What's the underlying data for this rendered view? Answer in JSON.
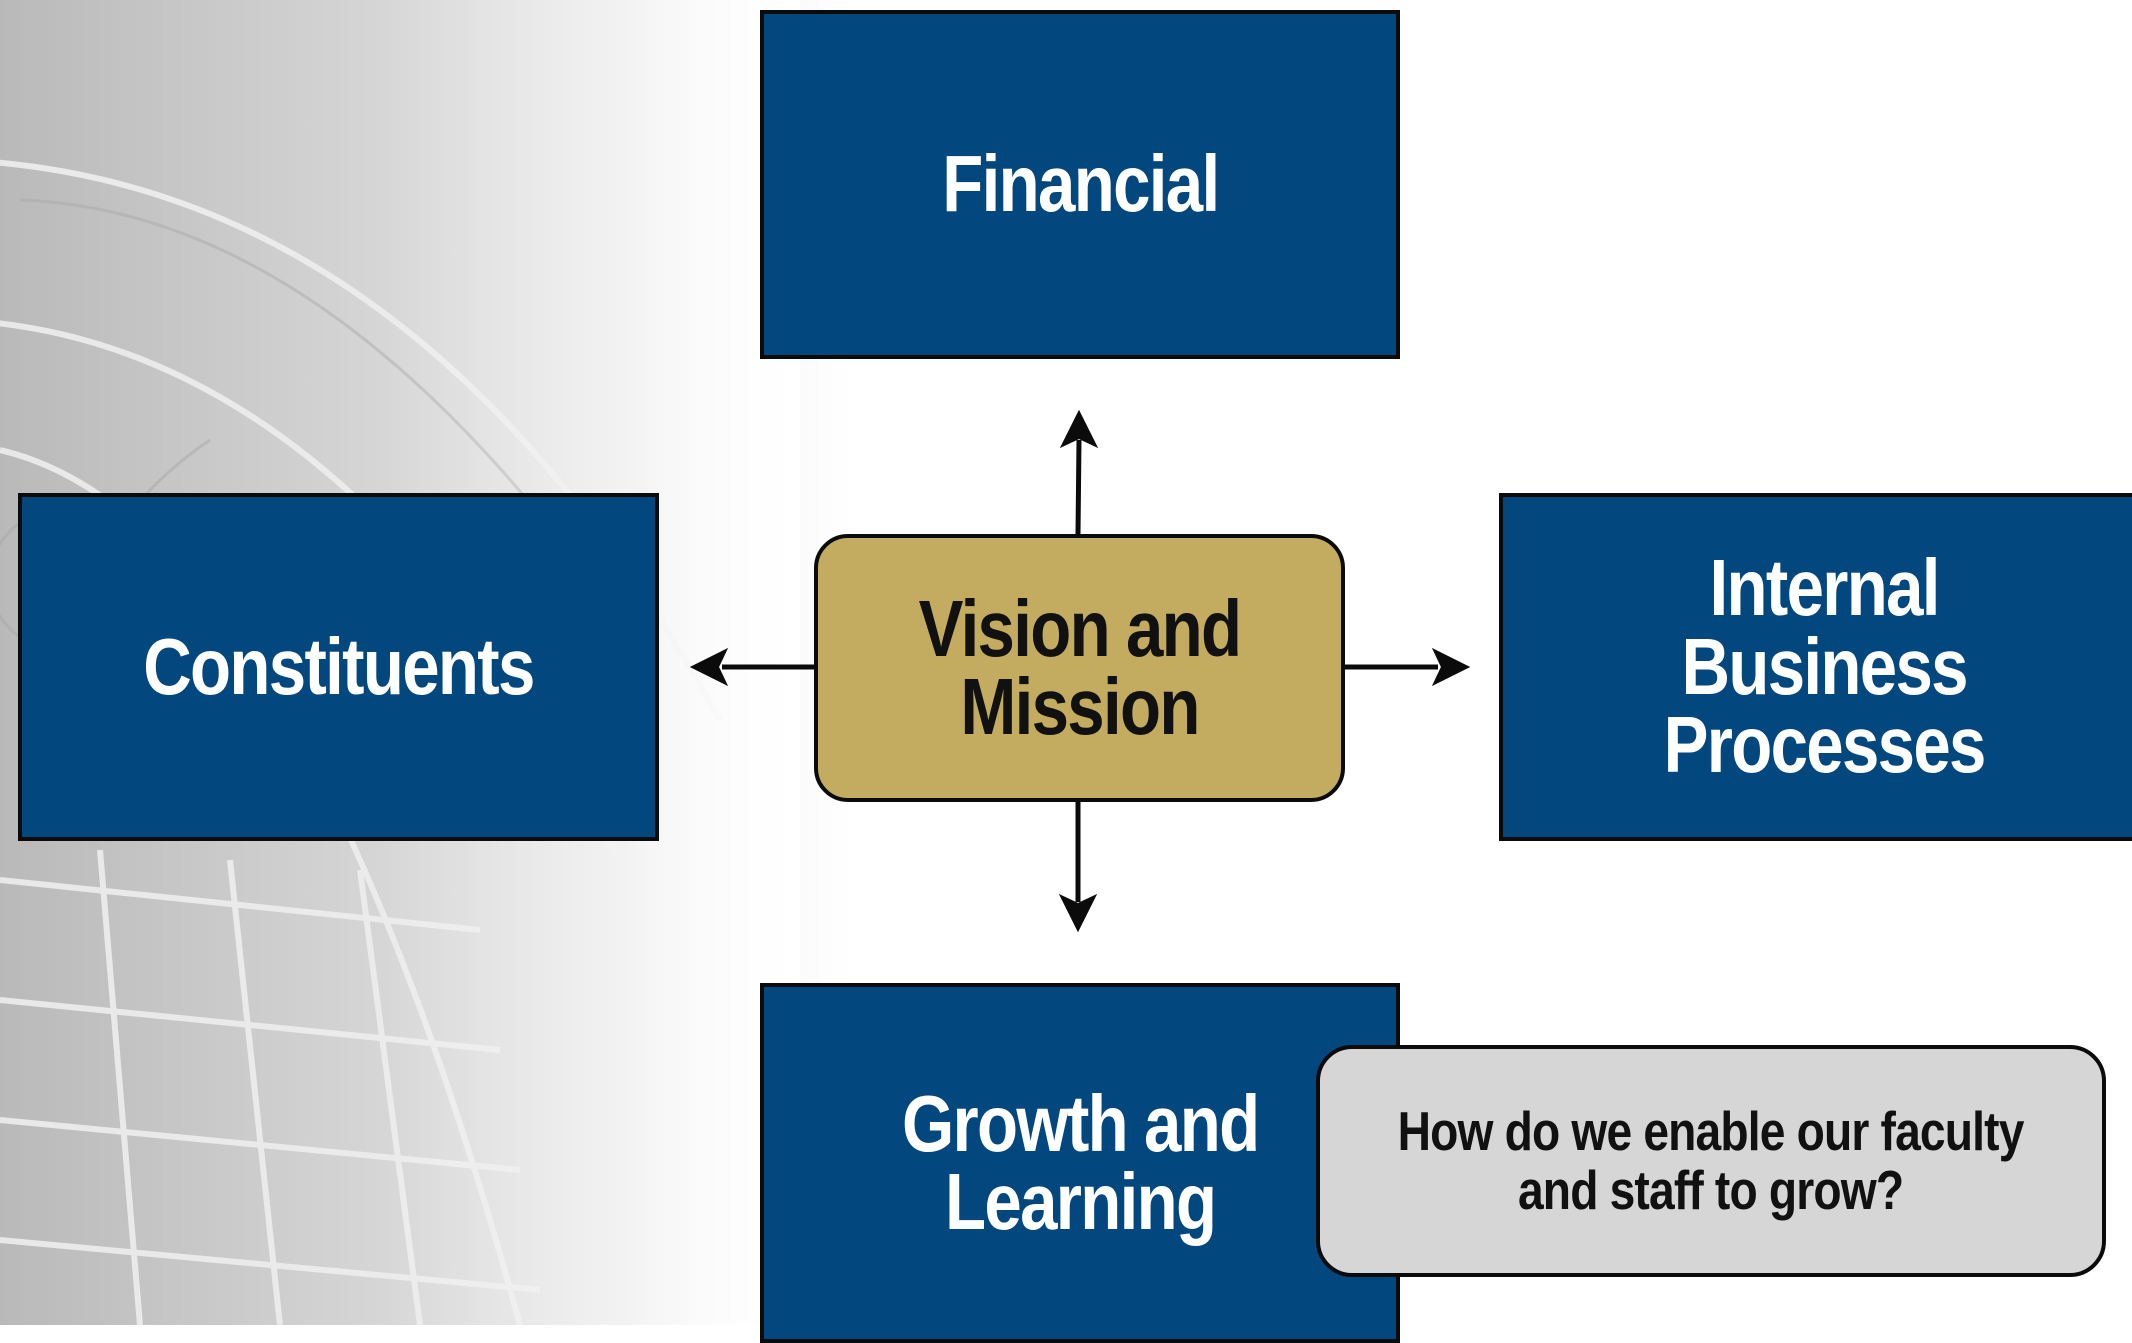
{
  "diagram": {
    "center": "Vision and\nMission",
    "top": "Financial",
    "left": "Constituents",
    "right": "Internal\nBusiness\nProcesses",
    "bottom": "Growth and\nLearning",
    "callout": "How do we enable our faculty\nand staff to grow?"
  },
  "colors": {
    "box_blue": "#03477f",
    "center_gold": "#c3ab5f",
    "callout_gray": "#d6d6d6",
    "outline": "#0b0b0b"
  },
  "icons": {
    "arrows": [
      "arrow-up-icon",
      "arrow-left-icon",
      "arrow-right-icon",
      "arrow-down-icon"
    ]
  }
}
